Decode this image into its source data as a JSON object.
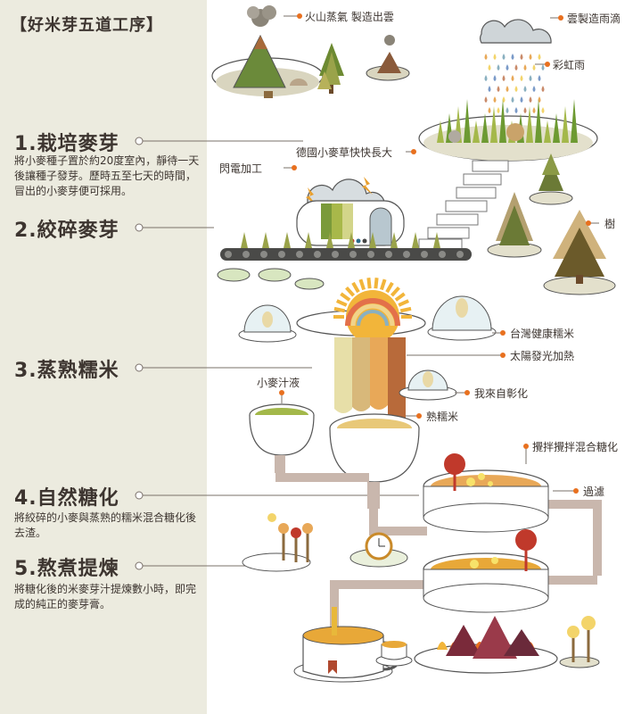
{
  "header": {
    "title": "【好米芽五道工序】"
  },
  "steps": [
    {
      "title": "1.栽培麥芽",
      "desc": "將小麥種子置於約20度室內，靜待一天後讓種子發芽。歷時五至七天的時間，冒出的小麥芽便可採用。"
    },
    {
      "title": "2.絞碎麥芽",
      "desc": ""
    },
    {
      "title": "3.蒸熟糯米",
      "desc": ""
    },
    {
      "title": "4.自然糖化",
      "desc": "將絞碎的小麥與蒸熟的糯米混合糖化後去渣。"
    },
    {
      "title": "5.熬煮提煉",
      "desc": "將糖化後的米麥芽汁提煉數小時，即完成的純正的麥芽膏。"
    }
  ],
  "labels": {
    "volcano": "火山蒸氣 製造出雲",
    "cloud_rain": "雲製造雨滴",
    "rainbow_rain": "彩虹雨",
    "wheat_grow": "德國小麥草快快長大",
    "lightning": "閃電加工",
    "tree": "樹",
    "taiwan_rice": "台灣健康糯米",
    "sun_heat": "太陽發光加熱",
    "self_style": "我來自彰化",
    "wheat_juice": "小麥汁液",
    "cooked_rice": "熟糯米",
    "stir": "攪拌攪拌混合糖化",
    "filter": "過濾"
  },
  "colors": {
    "panel": "#ecebdf",
    "text": "#3d3530",
    "accent": "#e8701f",
    "line": "#7a706a"
  }
}
